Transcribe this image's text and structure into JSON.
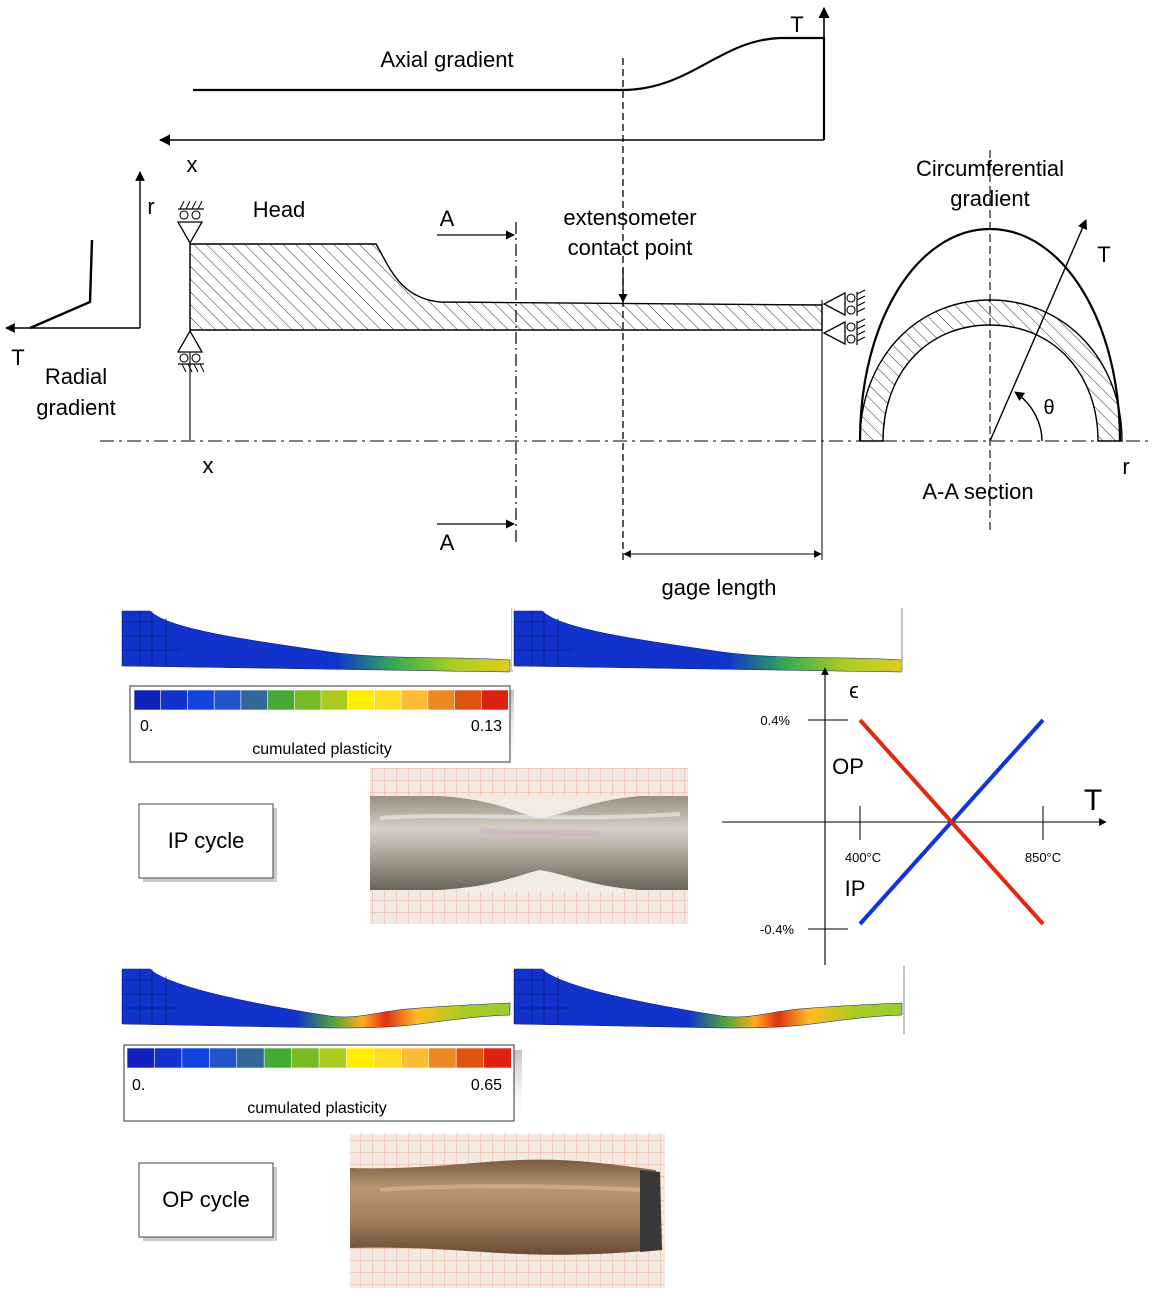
{
  "schematic": {
    "axial_gradient_label": "Axial gradient",
    "t_axial": "T",
    "x_axial": "x",
    "r_label": "r",
    "head_label": "Head",
    "section_a_top": "A",
    "section_a_bottom": "A",
    "extensometer_line1": "extensometer",
    "extensometer_line2": "contact point",
    "t_radial": "T",
    "radial_gradient_line1": "Radial",
    "radial_gradient_line2": "gradient",
    "x_bottom": "x",
    "gage_length": "gage length",
    "circumferential_line1": "Circumferential",
    "circumferential_line2": "gradient",
    "t_section": "T",
    "theta": "θ",
    "r_section": "r",
    "section_label": "A-A section"
  },
  "ip": {
    "colorbar_min": "0.",
    "colorbar_max": "0.13",
    "colorbar_caption": "cumulated plasticity",
    "cycle_label": "IP cycle"
  },
  "op": {
    "colorbar_min": "0.",
    "colorbar_max": "0.65",
    "colorbar_caption": "cumulated plasticity",
    "cycle_label": "OP cycle"
  },
  "loading_plot": {
    "eps_label": "ϵ",
    "t_label": "T",
    "y_tick_top": "0.4%",
    "y_tick_bottom": "-0.4%",
    "x_tick_left": "400°C",
    "x_tick_right": "850°C",
    "op_label": "OP",
    "ip_label": "IP",
    "ip_color": "#1133dd",
    "op_color": "#e02a10",
    "ip_strain_percent": [
      -0.4,
      0.4
    ],
    "op_strain_percent": [
      0.4,
      -0.4
    ],
    "temperatures_c": [
      400,
      850
    ]
  },
  "colors": {
    "fem_blue": "#1133cc",
    "colorbar": [
      "#1122bb",
      "#1133cc",
      "#1144dd",
      "#2255cc",
      "#336699",
      "#44aa33",
      "#77bb22",
      "#aacc22",
      "#ffee00",
      "#ffdd22",
      "#ffbb33",
      "#ee8822",
      "#dd5511",
      "#dd2211"
    ]
  }
}
